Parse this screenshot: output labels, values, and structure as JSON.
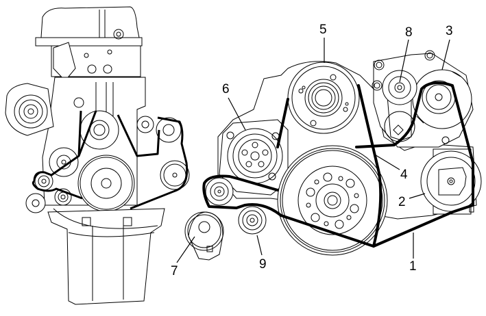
{
  "diagram": {
    "type": "engine-accessory-belt-layout",
    "views": [
      {
        "name": "engine-front-view",
        "description": "Full engine front view with belt routing"
      },
      {
        "name": "belt-drive-detail",
        "description": "Enlarged belt drive with numbered components"
      }
    ],
    "callouts": [
      {
        "number": "1",
        "part": "drive-belt"
      },
      {
        "number": "2",
        "part": "pulley"
      },
      {
        "number": "3",
        "part": "pulley"
      },
      {
        "number": "4",
        "part": "belt-span"
      },
      {
        "number": "5",
        "part": "pulley"
      },
      {
        "number": "6",
        "part": "water-pump-pulley"
      },
      {
        "number": "7",
        "part": "tensioner"
      },
      {
        "number": "8",
        "part": "idler-pulley"
      },
      {
        "number": "9",
        "part": "idler-pulley"
      }
    ],
    "colors": {
      "line": "#000000",
      "background": "#ffffff"
    }
  }
}
